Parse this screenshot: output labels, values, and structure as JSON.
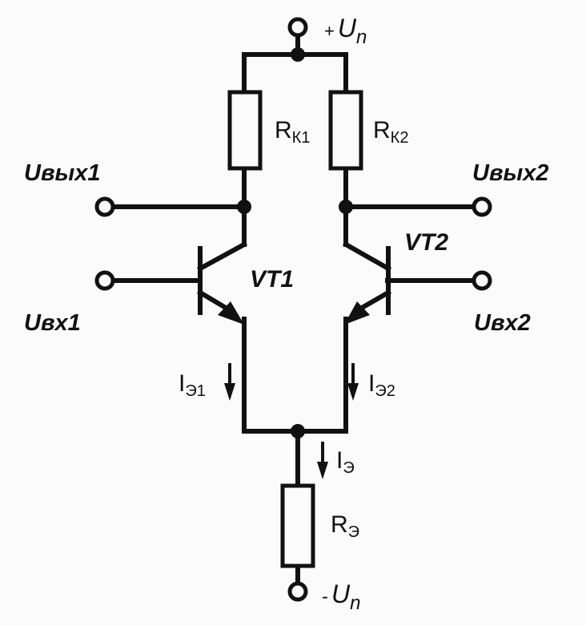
{
  "supply": {
    "positive": {
      "sign": "+",
      "symbol": "U",
      "subscript": "n"
    },
    "negative": {
      "sign": "-",
      "symbol": "U",
      "subscript": "n"
    }
  },
  "resistors": {
    "rk1": {
      "symbol": "R",
      "subscript": "К1"
    },
    "rk2": {
      "symbol": "R",
      "subscript": "К2"
    },
    "re": {
      "symbol": "R",
      "subscript": "Э"
    }
  },
  "transistors": {
    "vt1": "VT1",
    "vt2": "VT2"
  },
  "ports": {
    "out1": "Uвых1",
    "out2": "Uвых2",
    "in1": "Uвх1",
    "in2": "Uвх2"
  },
  "currents": {
    "ie1": {
      "symbol": "I",
      "subscript": "Э1"
    },
    "ie2": {
      "symbol": "I",
      "subscript": "Э2"
    },
    "ie": {
      "symbol": "I",
      "subscript": "Э"
    }
  }
}
